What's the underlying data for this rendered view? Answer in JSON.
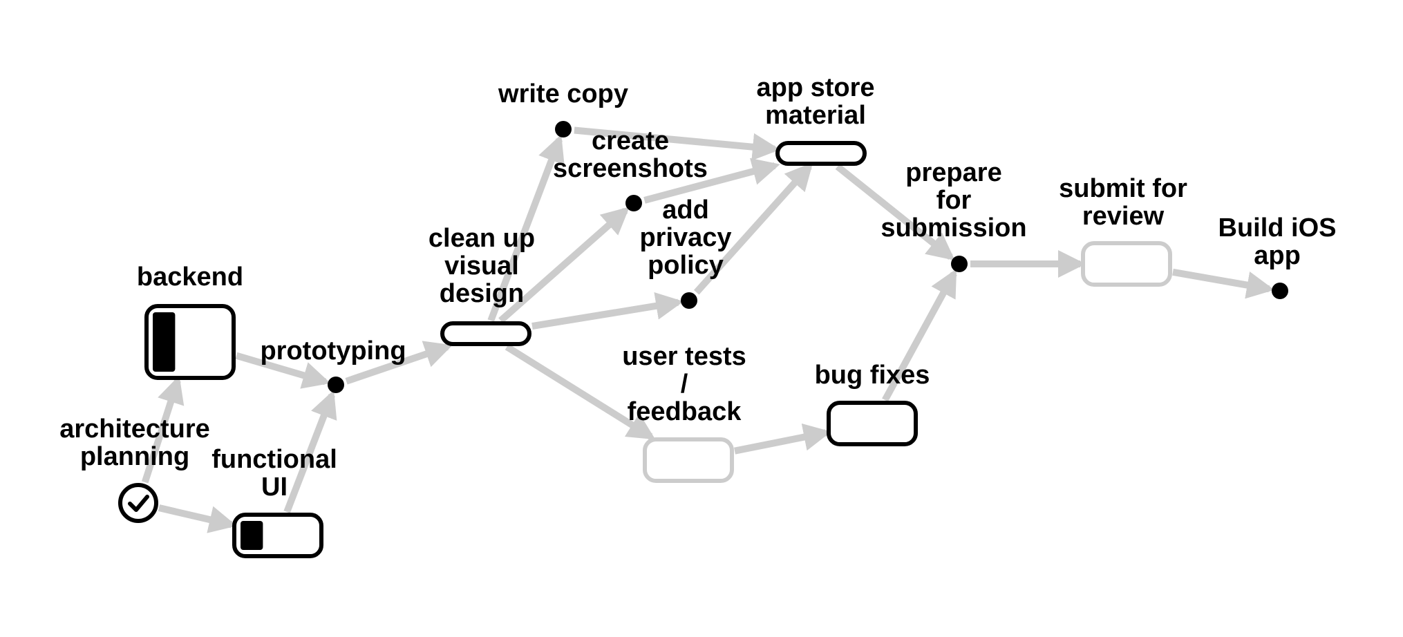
{
  "colors": {
    "edge": "#cccccc",
    "node": "#000000",
    "pending": "#cccccc",
    "background": "#ffffff"
  },
  "nodes": {
    "architecture_planning": {
      "label": [
        "architecture",
        "planning"
      ],
      "kind": "done",
      "icon": "checkmark-icon"
    },
    "backend": {
      "label": [
        "backend"
      ],
      "kind": "in-progress",
      "progress": 0.3
    },
    "functional_ui": {
      "label": [
        "functional",
        "UI"
      ],
      "kind": "in-progress",
      "progress": 0.3
    },
    "prototyping": {
      "label": [
        "prototyping"
      ],
      "kind": "milestone"
    },
    "clean_up_visual_design": {
      "label": [
        "clean up",
        "visual",
        "design"
      ],
      "kind": "task-ready"
    },
    "write_copy": {
      "label": [
        "write copy"
      ],
      "kind": "milestone"
    },
    "create_screenshots": {
      "label": [
        "create",
        "screenshots"
      ],
      "kind": "milestone"
    },
    "add_privacy_policy": {
      "label": [
        "add",
        "privacy",
        "policy"
      ],
      "kind": "milestone"
    },
    "app_store_material": {
      "label": [
        "app store",
        "material"
      ],
      "kind": "task-ready"
    },
    "user_tests_feedback": {
      "label": [
        "user tests",
        "/",
        "feedback"
      ],
      "kind": "pending"
    },
    "bug_fixes": {
      "label": [
        "bug fixes"
      ],
      "kind": "task-ready"
    },
    "prepare_for_submission": {
      "label": [
        "prepare",
        "for",
        "submission"
      ],
      "kind": "milestone"
    },
    "submit_for_review": {
      "label": [
        "submit for",
        "review"
      ],
      "kind": "pending"
    },
    "build_ios_app": {
      "label": [
        "Build iOS",
        "app"
      ],
      "kind": "milestone"
    }
  },
  "edges": [
    [
      "architecture_planning",
      "backend"
    ],
    [
      "architecture_planning",
      "functional_ui"
    ],
    [
      "backend",
      "prototyping"
    ],
    [
      "functional_ui",
      "prototyping"
    ],
    [
      "prototyping",
      "clean_up_visual_design"
    ],
    [
      "clean_up_visual_design",
      "write_copy"
    ],
    [
      "clean_up_visual_design",
      "create_screenshots"
    ],
    [
      "clean_up_visual_design",
      "add_privacy_policy"
    ],
    [
      "clean_up_visual_design",
      "user_tests_feedback"
    ],
    [
      "write_copy",
      "app_store_material"
    ],
    [
      "create_screenshots",
      "app_store_material"
    ],
    [
      "add_privacy_policy",
      "app_store_material"
    ],
    [
      "app_store_material",
      "prepare_for_submission"
    ],
    [
      "user_tests_feedback",
      "bug_fixes"
    ],
    [
      "bug_fixes",
      "prepare_for_submission"
    ],
    [
      "prepare_for_submission",
      "submit_for_review"
    ],
    [
      "submit_for_review",
      "build_ios_app"
    ]
  ]
}
